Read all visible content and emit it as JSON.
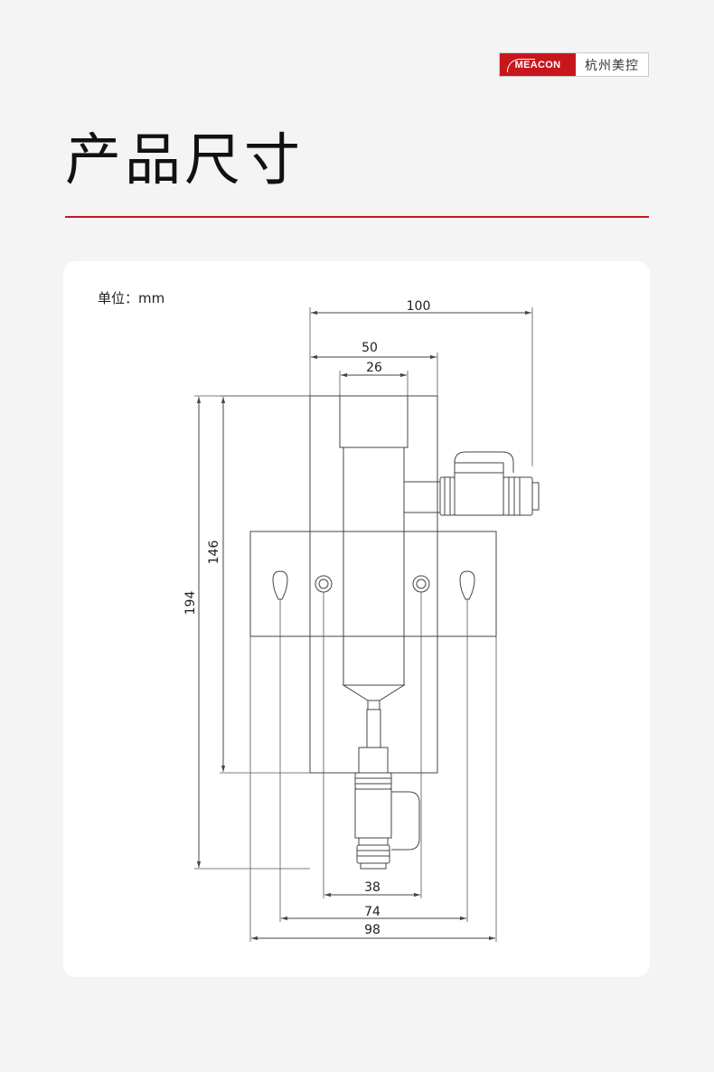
{
  "header": {
    "logo_text": "MEACON",
    "brand_name": "杭州美控"
  },
  "page_title": "产品尺寸",
  "unit_label": "单位：mm",
  "dimensions": {
    "top_width": "100",
    "body_width": "50",
    "tube_width": "26",
    "overall_height": "194",
    "body_height": "146",
    "inner_hole_spacing": "38",
    "slot_spacing": "74",
    "plate_width": "98"
  },
  "colors": {
    "accent": "#c8161d",
    "background": "#f4f4f4",
    "card": "#ffffff",
    "line": "#444444"
  }
}
